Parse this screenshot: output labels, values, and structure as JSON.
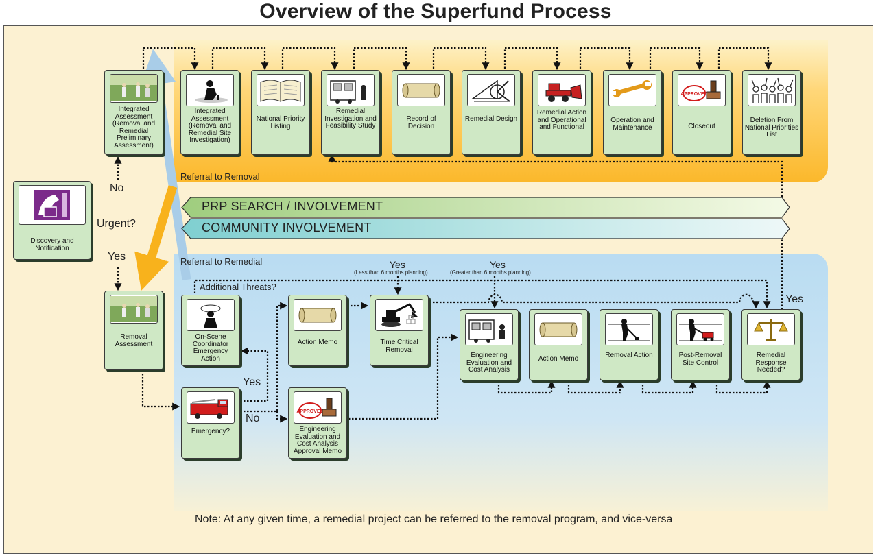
{
  "title": "Overview of the Superfund Process",
  "bands": {
    "prp": "PRP SEARCH / INVOLVEMENT",
    "community": "COMMUNITY INVOLVEMENT"
  },
  "labels": {
    "referral_to_removal": "Referral  to Removal",
    "referral_to_remedial": "Referral  to Remedial",
    "no_top": "No",
    "urgent": "Urgent?",
    "yes_left": "Yes",
    "additional_threats": "Additional Threats?",
    "yes_less": "Yes",
    "less_note": "(Less than 6 months planning)",
    "yes_greater": "Yes",
    "greater_note": "(Greater than 6 months planning)",
    "yes_right": "Yes",
    "yes_emergency": "Yes",
    "no_emergency": "No",
    "note": "Note:  At any given time, a remedial project can be referred to the removal program, and vice-versa"
  },
  "boxes": {
    "discovery": "Discovery and Notification",
    "integrated_pa": "Integrated Assessment (Removal and Remedial Preliminary Assessment)",
    "integrated_si": "Integrated Assessment (Removal and Remedial Site Investigation)",
    "npl": "National Priority Listing",
    "rifs": "Remedial Investigation and Feasibility Study",
    "rod": "Record of Decision",
    "rd": "Remedial Design",
    "ra": "Remedial Action and Operational and Functional",
    "om": "Operation and Maintenance",
    "closeout": "Closeout",
    "deletion": "Deletion From National Priorities List",
    "removal_assessment": "Removal Assessment",
    "osc": "On-Scene Coordinator Emergency Action",
    "emergency": "Emergency?",
    "action_memo_1": "Action Memo",
    "time_critical": "Time Critical Removal",
    "eeca_memo": "Engineering Evaluation and Cost Analysis Approval Memo",
    "eeca": "Engineering Evaluation and Cost Analysis",
    "action_memo_2": "Action Memo",
    "removal_action": "Removal Action",
    "post_removal": "Post-Removal Site Control",
    "remedial_needed": "Remedial Response Needed?"
  },
  "stamp_text": "APPROVED",
  "colors": {
    "box_fill": "#cfe8c5",
    "prp_band": "#9fcd7e",
    "community_band": "#7fcfd0",
    "top_band": "#fbb82b",
    "bottom_band": "#b9dcf2",
    "referral_arrow_orange": "#f8b21c",
    "referral_arrow_blue": "#a9cde8"
  }
}
